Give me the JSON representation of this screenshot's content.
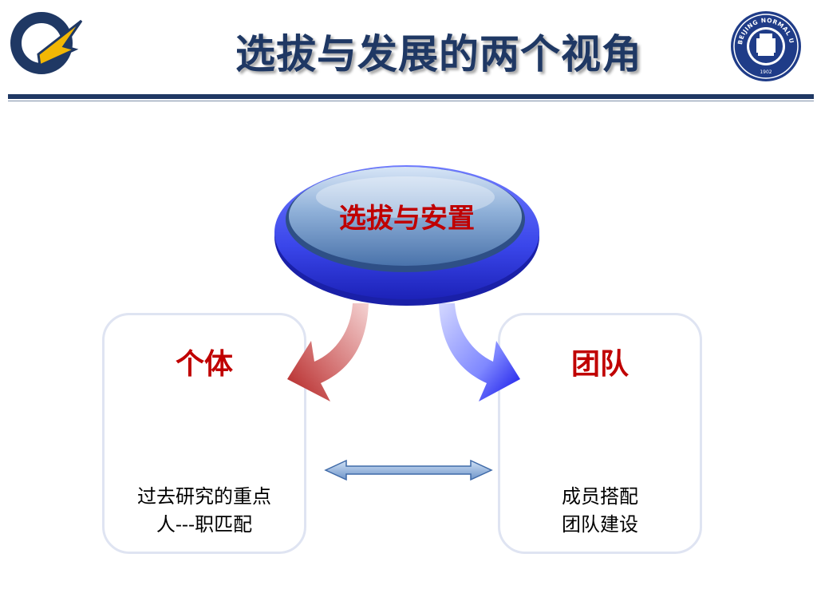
{
  "slide": {
    "title": "选拔与发展的两个视角"
  },
  "center": {
    "label": "选拔与安置"
  },
  "left_box": {
    "heading": "个体",
    "lines": [
      "过去研究的重点",
      "人---职匹配"
    ]
  },
  "right_box": {
    "heading": "团队",
    "lines": [
      "成员搭配",
      "团队建设"
    ]
  },
  "logos": {
    "left": "q-logo-icon",
    "right": "university-seal-icon",
    "seal_text": "BEIJING NORMAL UNIVERSITY",
    "seal_year": "1902"
  },
  "colors": {
    "title": "#1f3864",
    "heading_red": "#c00000",
    "button_outer": "#3b44e6",
    "button_inner": "#5f86b8"
  }
}
